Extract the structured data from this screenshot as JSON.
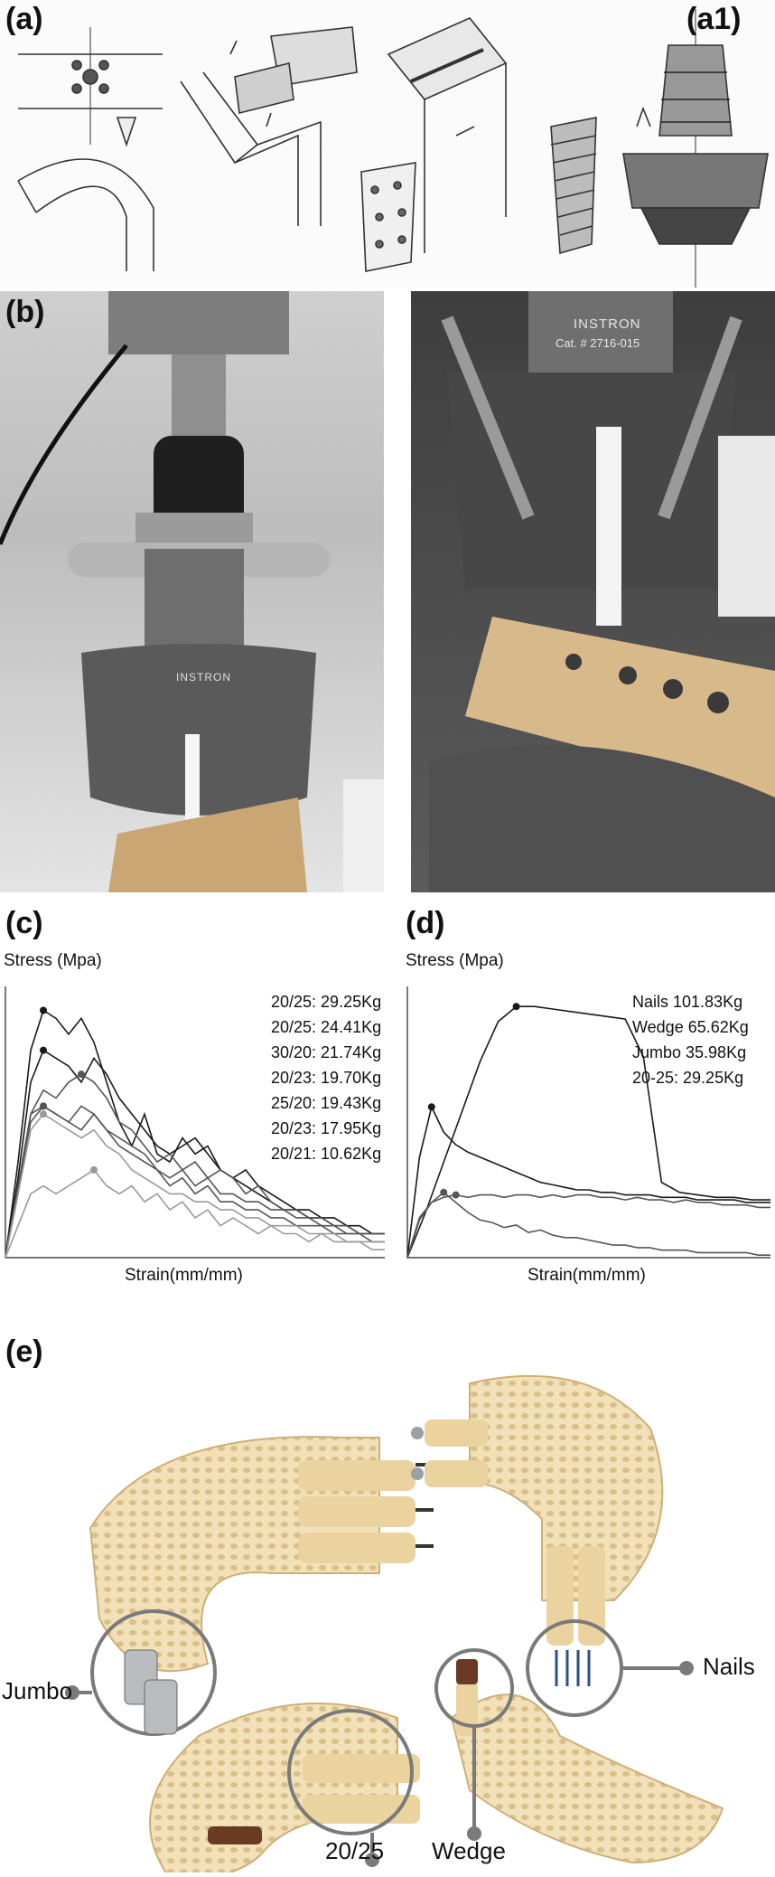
{
  "panels": {
    "a": "(a)",
    "a1": "(a1)",
    "b": "(b)",
    "c": "(c)",
    "d": "(d)",
    "e": "(e)"
  },
  "photo_b": {
    "left_stamp": "INSTRON",
    "right_stamp": "INSTRON",
    "right_cat": "Cat. # 2716-015"
  },
  "chart_c": {
    "ylabel": "Stress (Mpa)",
    "xlabel": "Strain(mm/mm)",
    "legend": [
      "20/25: 29.25Kg",
      "20/25: 24.41Kg",
      "30/20: 21.74Kg",
      "20/23: 19.70Kg",
      "25/20: 19.43Kg",
      "20/23: 17.95Kg",
      "20/21: 10.62Kg"
    ]
  },
  "chart_d": {
    "ylabel": "Stress (Mpa)",
    "xlabel": "Strain(mm/mm)",
    "legend": [
      "Nails 101.83Kg",
      "Wedge 65.62Kg",
      "Jumbo 35.98Kg",
      "20-25: 29.25Kg"
    ]
  },
  "photo_e": {
    "callouts": {
      "jumbo": "Jumbo",
      "nails": "Nails",
      "twenty_25": "20/25",
      "wedge": "Wedge"
    }
  },
  "colors": {
    "bone": "#f2e1b8",
    "bone_shadow": "#d9c08a",
    "callout_ring": "#7a7a7a",
    "curve_dark": "#1a1a1a",
    "curve_mid": "#555555",
    "curve_light": "#9a9a9a"
  },
  "chart_data": [
    {
      "type": "line",
      "ylabel": "Stress (Mpa)",
      "xlabel": "Strain(mm/mm)",
      "series": [
        {
          "name": "20/25: 29.25Kg",
          "x": [
            0,
            2,
            4,
            6,
            8,
            10,
            12,
            14,
            16,
            18,
            20,
            22,
            24,
            26,
            28,
            30,
            32,
            34,
            36,
            38,
            40,
            42,
            44,
            46,
            48,
            50,
            52,
            54,
            56,
            58,
            60
          ],
          "y": [
            0,
            12,
            26,
            31,
            30,
            28,
            30,
            27,
            22,
            17,
            14,
            18,
            13,
            12,
            15,
            13,
            14,
            11,
            10,
            11,
            9,
            8,
            7,
            6,
            6,
            5,
            5,
            4,
            4,
            3,
            3
          ]
        },
        {
          "name": "20/25: 24.41Kg",
          "x": [
            0,
            2,
            4,
            6,
            8,
            10,
            12,
            14,
            16,
            18,
            20,
            22,
            24,
            26,
            28,
            30,
            32,
            34,
            36,
            38,
            40,
            42,
            44,
            46,
            48,
            50,
            52,
            54,
            56,
            58,
            60
          ],
          "y": [
            0,
            10,
            22,
            26,
            25,
            24,
            22,
            25,
            23,
            20,
            18,
            16,
            14,
            13,
            14,
            15,
            13,
            11,
            10,
            9,
            8,
            7,
            6,
            6,
            5,
            5,
            4,
            4,
            3,
            3,
            3
          ]
        },
        {
          "name": "30/20: 21.74Kg",
          "x": [
            0,
            2,
            4,
            6,
            8,
            10,
            12,
            14,
            16,
            18,
            20,
            22,
            24,
            26,
            28,
            30,
            32,
            34,
            36,
            38,
            40,
            42,
            44,
            46,
            48,
            50,
            52,
            54,
            56,
            58,
            60
          ],
          "y": [
            0,
            8,
            18,
            21,
            20,
            22,
            23,
            22,
            20,
            17,
            16,
            14,
            12,
            13,
            11,
            12,
            10,
            11,
            10,
            8,
            9,
            7,
            6,
            6,
            5,
            5,
            4,
            4,
            3,
            3,
            3
          ]
        },
        {
          "name": "20/23: 19.70Kg",
          "x": [
            0,
            2,
            4,
            6,
            8,
            10,
            12,
            14,
            16,
            18,
            20,
            22,
            24,
            26,
            28,
            30,
            32,
            34,
            36,
            38,
            40,
            42,
            44,
            46,
            48,
            50,
            52,
            54,
            56,
            58,
            60
          ],
          "y": [
            0,
            9,
            18,
            19,
            18,
            17,
            19,
            18,
            16,
            15,
            14,
            13,
            11,
            10,
            11,
            9,
            10,
            8,
            8,
            7,
            7,
            6,
            6,
            5,
            5,
            4,
            4,
            3,
            3,
            3,
            3
          ]
        },
        {
          "name": "25/20: 19.43Kg",
          "x": [
            0,
            2,
            4,
            6,
            8,
            10,
            12,
            14,
            16,
            18,
            20,
            22,
            24,
            26,
            28,
            30,
            32,
            34,
            36,
            38,
            40,
            42,
            44,
            46,
            48,
            50,
            52,
            54,
            56,
            58,
            60
          ],
          "y": [
            0,
            9,
            17,
            19,
            18,
            17,
            16,
            18,
            16,
            14,
            13,
            12,
            11,
            9,
            10,
            8,
            9,
            7,
            7,
            6,
            6,
            5,
            5,
            4,
            4,
            4,
            3,
            3,
            3,
            2,
            2
          ]
        },
        {
          "name": "20/23: 17.95Kg",
          "x": [
            0,
            2,
            4,
            6,
            8,
            10,
            12,
            14,
            16,
            18,
            20,
            22,
            24,
            26,
            28,
            30,
            32,
            34,
            36,
            38,
            40,
            42,
            44,
            46,
            48,
            50,
            52,
            54,
            56,
            58,
            60
          ],
          "y": [
            0,
            8,
            16,
            18,
            17,
            16,
            15,
            16,
            14,
            13,
            11,
            10,
            9,
            8,
            8,
            7,
            7,
            6,
            6,
            5,
            5,
            4,
            4,
            4,
            3,
            3,
            3,
            2,
            2,
            2,
            2
          ]
        },
        {
          "name": "20/21: 10.62Kg",
          "x": [
            0,
            2,
            4,
            6,
            8,
            10,
            12,
            14,
            16,
            18,
            20,
            22,
            24,
            26,
            28,
            30,
            32,
            34,
            36,
            38,
            40,
            42,
            44,
            46,
            48,
            50,
            52,
            54,
            56,
            58,
            60
          ],
          "y": [
            0,
            4,
            8,
            9,
            8,
            9,
            10,
            11,
            9,
            8,
            9,
            7,
            8,
            6,
            7,
            5,
            6,
            4,
            5,
            4,
            3,
            4,
            3,
            3,
            2,
            3,
            2,
            2,
            2,
            1,
            1
          ]
        }
      ]
    },
    {
      "type": "line",
      "ylabel": "Stress (Mpa)",
      "xlabel": "Strain(mm/mm)",
      "series": [
        {
          "name": "Nails 101.83Kg",
          "x": [
            0,
            3,
            6,
            9,
            12,
            15,
            18,
            21,
            24,
            27,
            30,
            33,
            36,
            39,
            42,
            45,
            48,
            51,
            54,
            57,
            60
          ],
          "y": [
            0,
            18,
            38,
            58,
            78,
            94,
            100,
            100,
            99,
            98,
            97,
            96,
            95,
            80,
            30,
            26,
            25,
            24,
            24,
            23,
            23
          ]
        },
        {
          "name": "Wedge 65.62Kg",
          "x": [
            0,
            2,
            4,
            6,
            8,
            10,
            12,
            14,
            16,
            18,
            20,
            22,
            24,
            26,
            28,
            30,
            32,
            34,
            36,
            38,
            40,
            42,
            44,
            46,
            48,
            50,
            52,
            54,
            56,
            58,
            60
          ],
          "y": [
            0,
            40,
            60,
            50,
            45,
            42,
            40,
            38,
            36,
            34,
            32,
            30,
            29,
            28,
            27,
            27,
            26,
            26,
            25,
            25,
            25,
            24,
            24,
            24,
            23,
            23,
            23,
            23,
            22,
            22,
            22
          ]
        },
        {
          "name": "Jumbo 35.98Kg",
          "x": [
            0,
            2,
            4,
            6,
            8,
            10,
            12,
            14,
            16,
            18,
            20,
            22,
            24,
            26,
            28,
            30,
            32,
            34,
            36,
            38,
            40,
            42,
            44,
            46,
            48,
            50,
            52,
            54,
            56,
            58,
            60
          ],
          "y": [
            0,
            15,
            22,
            24,
            25,
            24,
            25,
            25,
            24,
            25,
            25,
            24,
            25,
            24,
            25,
            25,
            24,
            24,
            23,
            24,
            23,
            23,
            22,
            23,
            22,
            22,
            21,
            21,
            21,
            20,
            20
          ]
        },
        {
          "name": "20-25: 29.25Kg",
          "x": [
            0,
            2,
            4,
            6,
            8,
            10,
            12,
            14,
            16,
            18,
            20,
            22,
            24,
            26,
            28,
            30,
            32,
            34,
            36,
            38,
            40,
            42,
            44,
            46,
            48,
            50,
            52,
            54,
            56,
            58,
            60
          ],
          "y": [
            0,
            16,
            22,
            26,
            22,
            18,
            15,
            14,
            12,
            13,
            10,
            11,
            9,
            8,
            8,
            7,
            6,
            5,
            5,
            4,
            4,
            3,
            3,
            3,
            2,
            2,
            2,
            2,
            2,
            1,
            1
          ]
        }
      ]
    }
  ]
}
